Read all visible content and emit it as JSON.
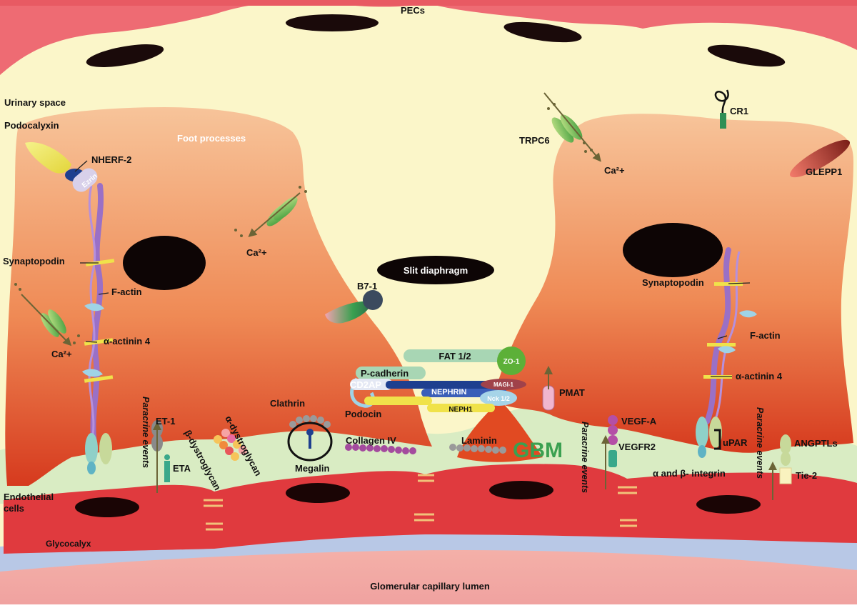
{
  "labels": {
    "pecs": "PECs",
    "urinary_space": "Urinary space",
    "podocalyxin": "Podocalyxin",
    "foot_processes": "Foot processes",
    "nherf2": "NHERF-2",
    "ezrin": "Ezrin",
    "synaptopodin_left": "Synaptopodin",
    "factin_left": "F-actin",
    "ca_left": "Ca²+",
    "actinin_left": "α-actinin 4",
    "ca_mid": "Ca²+",
    "slit_diaphragm": "Slit diaphragm",
    "b71": "B7-1",
    "trpc6": "TRPC6",
    "ca_right": "Ca²+",
    "cr1": "CR1",
    "glepp1": "GLEPP1",
    "synaptopodin_right": "Synaptopodin",
    "factin_right": "F-actin",
    "actinin_right": "α-actinin 4",
    "fat12": "FAT 1/2",
    "zo1": "ZO-1",
    "pcadherin": "P-cadherin",
    "cd2ap": "CD2AP",
    "nephrin": "NEPHRIN",
    "magi1": "MAGI-1",
    "nck12": "Nck 1/2",
    "neph1": "NEPH1",
    "podocin": "Podocin",
    "pmat": "PMAT",
    "clathrin": "Clathrin",
    "megalin": "Megalin",
    "collagen_iv": "Collagen IV",
    "laminin": "Laminin",
    "gbm": "GBM",
    "et1": "ET-1",
    "eta": "ETA",
    "paracrine_1": "Paracrine events",
    "paracrine_2": "Paracrine events",
    "paracrine_3": "Paracrine events",
    "beta_dystroglycan": "β-dystroglycan",
    "alpha_dystroglycan": "α-dystroglycan",
    "vegfa": "VEGF-A",
    "vegfr2": "VEGFR2",
    "upar": "uPAR",
    "integrin": "α and β- integrin",
    "angptls": "ANGPTLs",
    "tie2": "Tie-2",
    "endothelial_1": "Endothelial",
    "endothelial_2": "cells",
    "glycocalyx": "Glycocalyx",
    "lumen": "Glomerular capillary lumen"
  },
  "colors": {
    "pec": "#ee6b73",
    "urinary": "#fbf6c9",
    "podocyte_top": "#f6bf92",
    "podocyte_bottom": "#d8381f",
    "gbm": "#d9ecc3",
    "endothelium": "#e03a3e",
    "glycocalyx": "#b8c8e6",
    "lumen": "#f2a8a2",
    "actin": "#9a70c6",
    "gbm_text": "#3aa050"
  }
}
